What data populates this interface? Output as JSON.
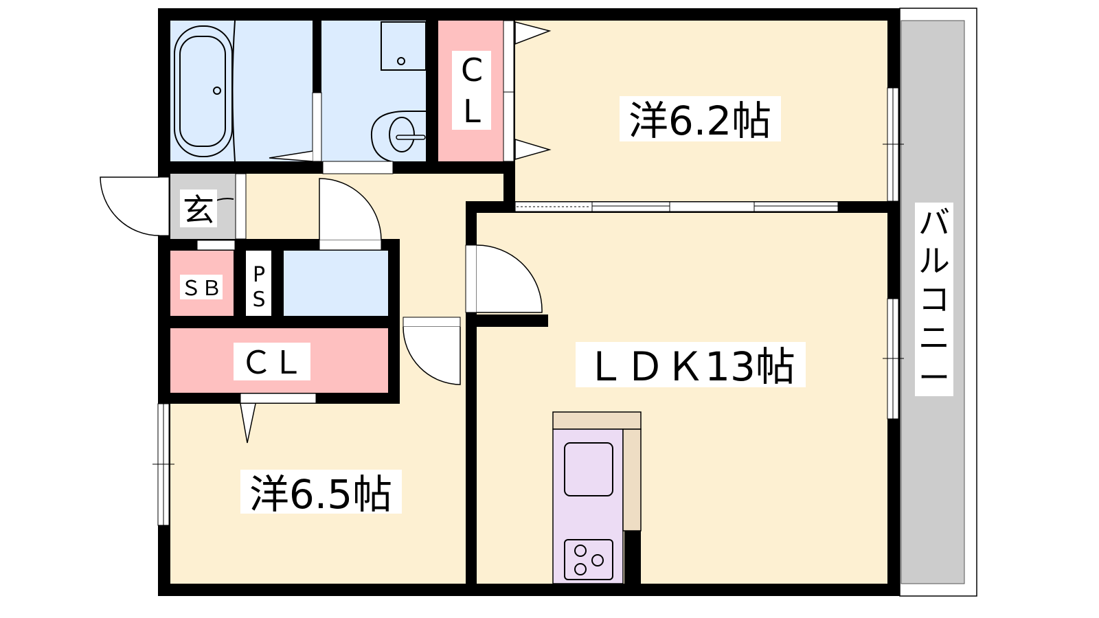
{
  "rooms": {
    "western_room_1": "洋6.2帖",
    "western_room_2": "洋6.5帖",
    "ldk": "ＬＤＫ13帖",
    "entrance": "玄",
    "closet_top_c": "C",
    "closet_top_l": "L",
    "closet_main": "ＣＬ",
    "shoe_box": "ＳＢ",
    "pipe_space_p": "P",
    "pipe_space_s": "S",
    "balcony": [
      "バ",
      "ル",
      "コ",
      "ニ",
      "ー"
    ]
  },
  "colors": {
    "floor": "#fdf0d2",
    "wet_area": "#dcecfe",
    "closet": "#fec0c0",
    "entrance": "#d2d2d2",
    "balcony": "#cccccc",
    "kitchen": "#ecdcf4",
    "counter": "#eeddc4",
    "wall": "#000000"
  }
}
